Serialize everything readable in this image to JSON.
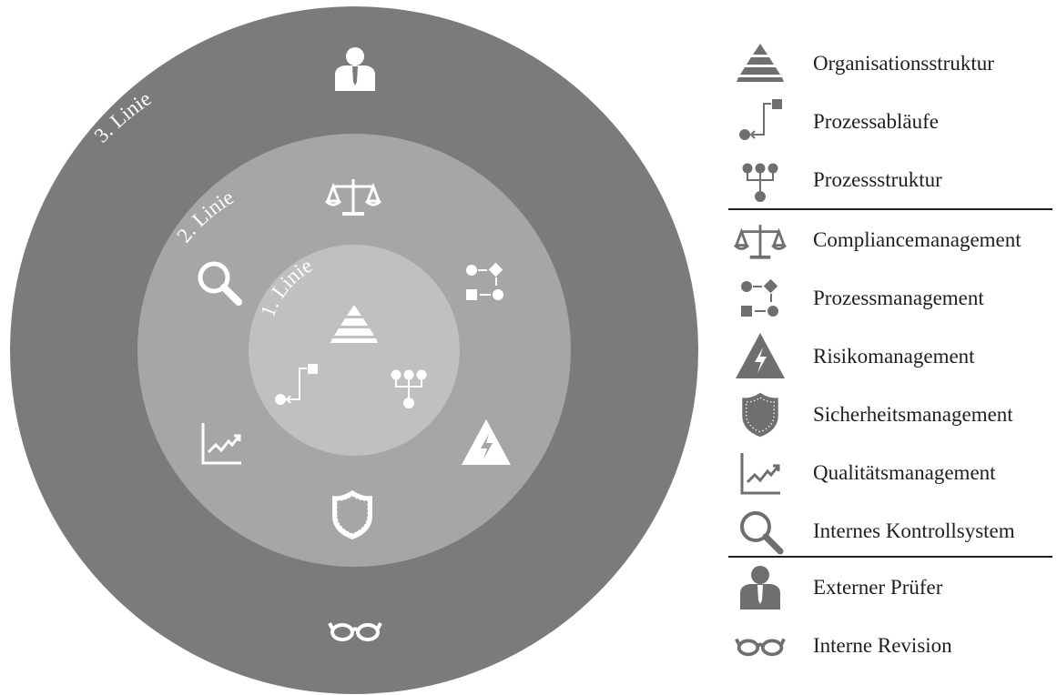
{
  "diagram": {
    "colors": {
      "outer": "#7b7b7b",
      "middle": "#a6a6a6",
      "inner": "#c0c0c0",
      "icon": "#ffffff",
      "legend_icon": "#6f6f6f",
      "divider": "#1f1f1f"
    },
    "rings": [
      {
        "label": "3. Linie",
        "icons": [
          "user-suit-icon",
          "glasses-icon"
        ]
      },
      {
        "label": "2. Linie",
        "icons": [
          "scales-icon",
          "process-flow-icon",
          "warning-bolt-icon",
          "shield-icon",
          "trend-chart-icon",
          "magnifier-icon"
        ]
      },
      {
        "label": "1. Linie",
        "icons": [
          "pyramid-icon",
          "process-steps-icon",
          "hierarchy-icon"
        ]
      }
    ]
  },
  "legend": {
    "groups": [
      {
        "items": [
          {
            "label": "Organisationsstruktur",
            "icon": "pyramid-icon"
          },
          {
            "label": "Prozessabläufe",
            "icon": "process-steps-icon"
          },
          {
            "label": "Prozessstruktur",
            "icon": "hierarchy-icon"
          }
        ]
      },
      {
        "items": [
          {
            "label": "Compliancemanagement",
            "icon": "scales-icon"
          },
          {
            "label": "Prozessmanagement",
            "icon": "process-flow-icon"
          },
          {
            "label": "Risikomanagement",
            "icon": "warning-bolt-icon"
          },
          {
            "label": "Sicherheitsmanagement",
            "icon": "shield-icon"
          },
          {
            "label": "Qualitätsmanagement",
            "icon": "trend-chart-icon"
          },
          {
            "label": "Internes Kontrollsystem",
            "icon": "magnifier-icon"
          }
        ]
      },
      {
        "items": [
          {
            "label": "Externer Prüfer",
            "icon": "user-suit-icon"
          },
          {
            "label": "Interne Revision",
            "icon": "glasses-icon"
          }
        ]
      }
    ]
  }
}
